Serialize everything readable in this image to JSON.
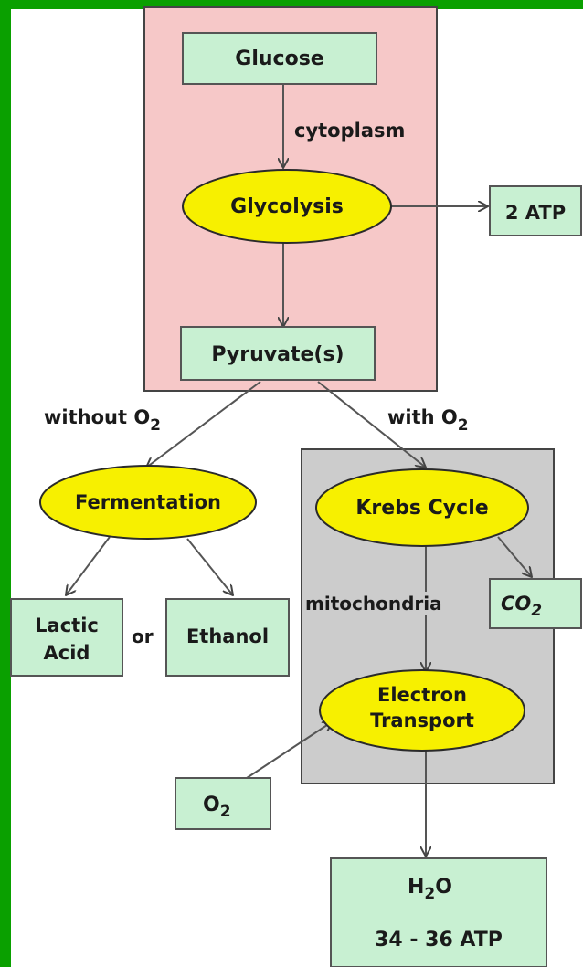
{
  "colors": {
    "border": "#0aa000",
    "cytoplasm_region": "#f6c8c8",
    "mitochondria_region": "#cccccc",
    "box_fill": "#c8f0d2",
    "ellipse_fill": "#f7f000"
  },
  "nodes": {
    "glucose": "Glucose",
    "glycolysis": "Glycolysis",
    "atp2": "2 ATP",
    "pyruvate": "Pyruvate(s)",
    "fermentation": "Fermentation",
    "lactic_line1": "Lactic",
    "lactic_line2": "Acid",
    "ethanol": "Ethanol",
    "krebs": "Krebs Cycle",
    "co2": "CO",
    "electron_line1": "Electron",
    "electron_line2": "Transport",
    "o2": "O",
    "h2o_h": "H",
    "h2o_o": "O",
    "atp_final": "34 - 36 ATP"
  },
  "labels": {
    "cytoplasm": "cytoplasm",
    "without_o2": "without O",
    "with_o2": "with O",
    "or": "or",
    "mitochondria": "mitochondria",
    "subscript_2": "2"
  }
}
